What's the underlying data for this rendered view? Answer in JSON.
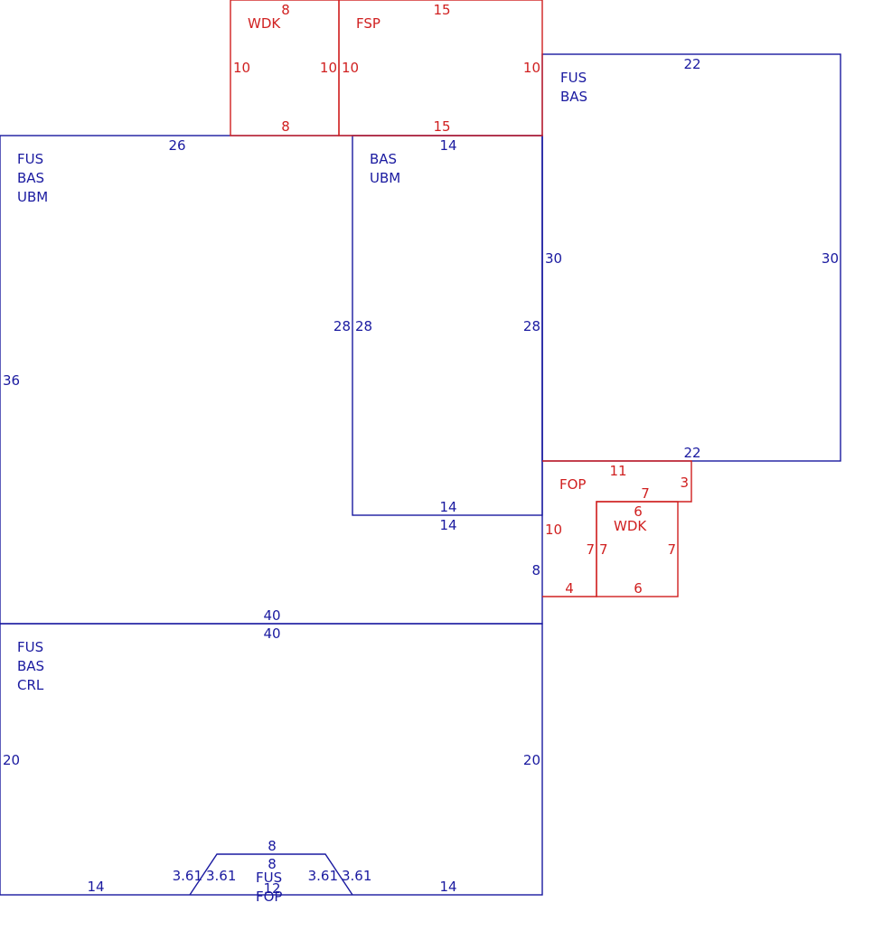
{
  "colors": {
    "main": "#1a1aa0",
    "addition": "#d02020",
    "background": "#ffffff"
  },
  "areas": {
    "wdk_top": {
      "codes": [
        "WDK"
      ]
    },
    "fsp_top": {
      "codes": [
        "FSP"
      ]
    },
    "right_block": {
      "codes": [
        "FUS",
        "BAS"
      ]
    },
    "left_main": {
      "codes": [
        "FUS",
        "BAS",
        "UBM"
      ]
    },
    "center_block": {
      "codes": [
        "BAS",
        "UBM"
      ]
    },
    "fop_right": {
      "codes": [
        "FOP"
      ]
    },
    "wdk_small": {
      "codes": [
        "WDK"
      ]
    },
    "lower_block": {
      "codes": [
        "FUS",
        "BAS",
        "CRL"
      ]
    },
    "porch_bottom": {
      "codes": [
        "FUS",
        "FOP"
      ]
    }
  },
  "dimensions": {
    "wdk_top": [
      "8",
      "10",
      "10",
      "8"
    ],
    "fsp_top": [
      "15",
      "10",
      "10",
      "15"
    ],
    "right_block": [
      "22",
      "30",
      "30",
      "22"
    ],
    "left_main": [
      "26",
      "36",
      "28"
    ],
    "center_block": [
      "14",
      "28",
      "28",
      "14",
      "14"
    ],
    "fop_right": [
      "11",
      "3",
      "7",
      "10",
      "7",
      "8",
      "4"
    ],
    "wdk_small": [
      "6",
      "7",
      "7",
      "6"
    ],
    "lower_block": [
      "40",
      "40",
      "20",
      "20",
      "14",
      "14"
    ],
    "porch_bottom": [
      "8",
      "8",
      "3.61",
      "3.61",
      "3.61",
      "3.61",
      "12"
    ]
  }
}
